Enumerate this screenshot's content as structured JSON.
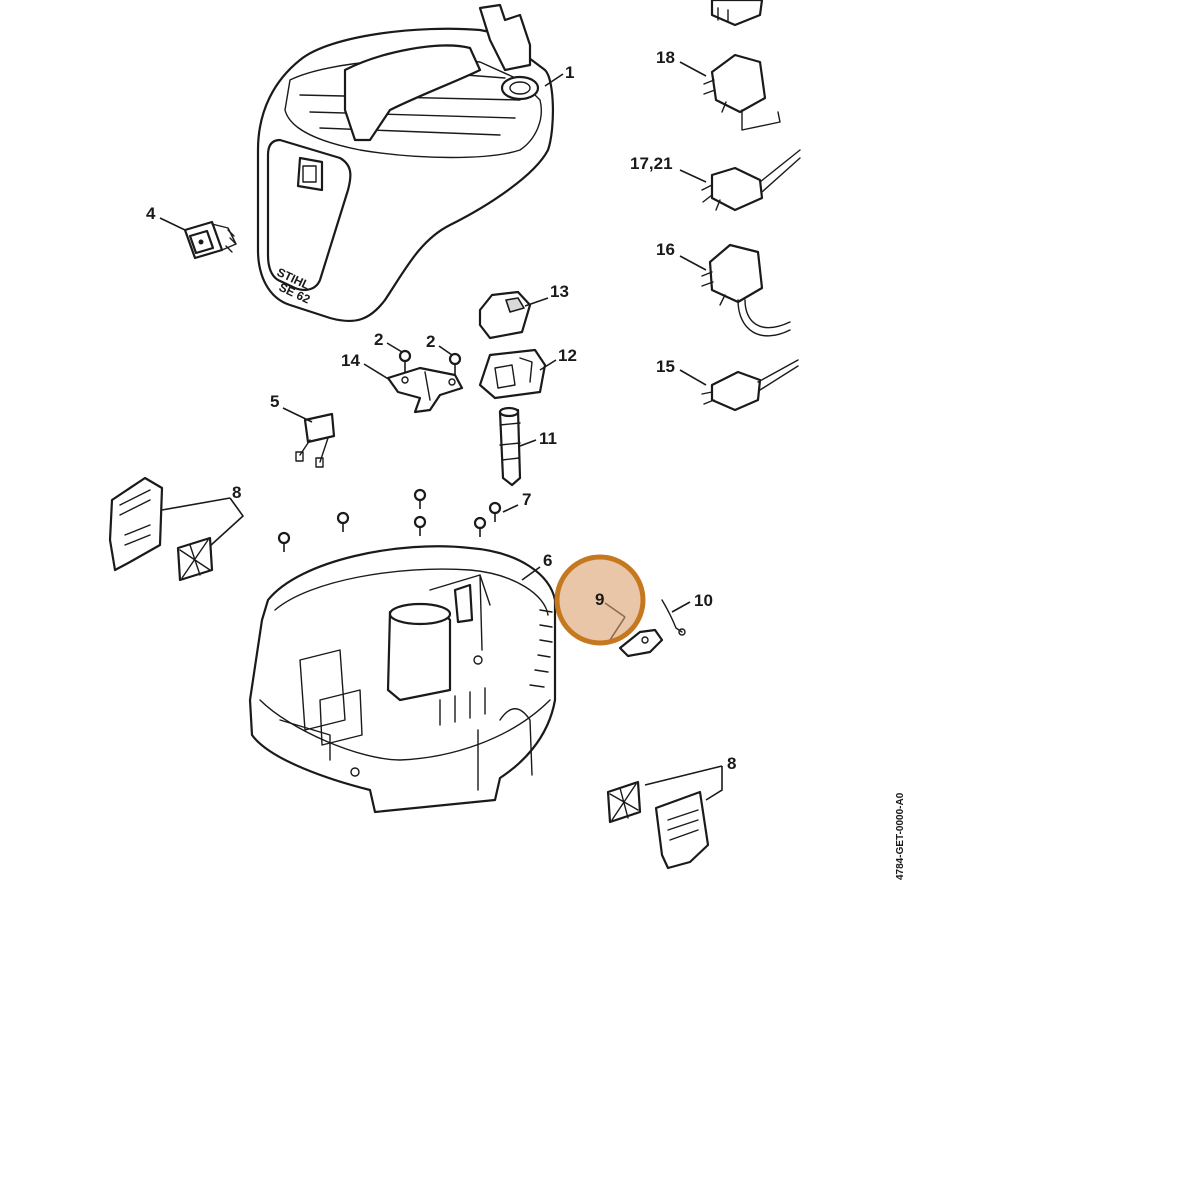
{
  "callouts": {
    "c1": "1",
    "c2a": "2",
    "c2b": "2",
    "c4": "4",
    "c5": "5",
    "c6": "6",
    "c7": "7",
    "c8a": "8",
    "c8b": "8",
    "c9": "9",
    "c10": "10",
    "c11": "11",
    "c12": "12",
    "c13": "13",
    "c14": "14",
    "c15": "15",
    "c16": "16",
    "c17": "17,21",
    "c18": "18"
  },
  "drawing_code": "4784-GET-0000-A0",
  "brand": {
    "name": "STIHL",
    "model": "SE 62"
  },
  "highlight": {
    "part": "9",
    "color": "#c6781f"
  }
}
